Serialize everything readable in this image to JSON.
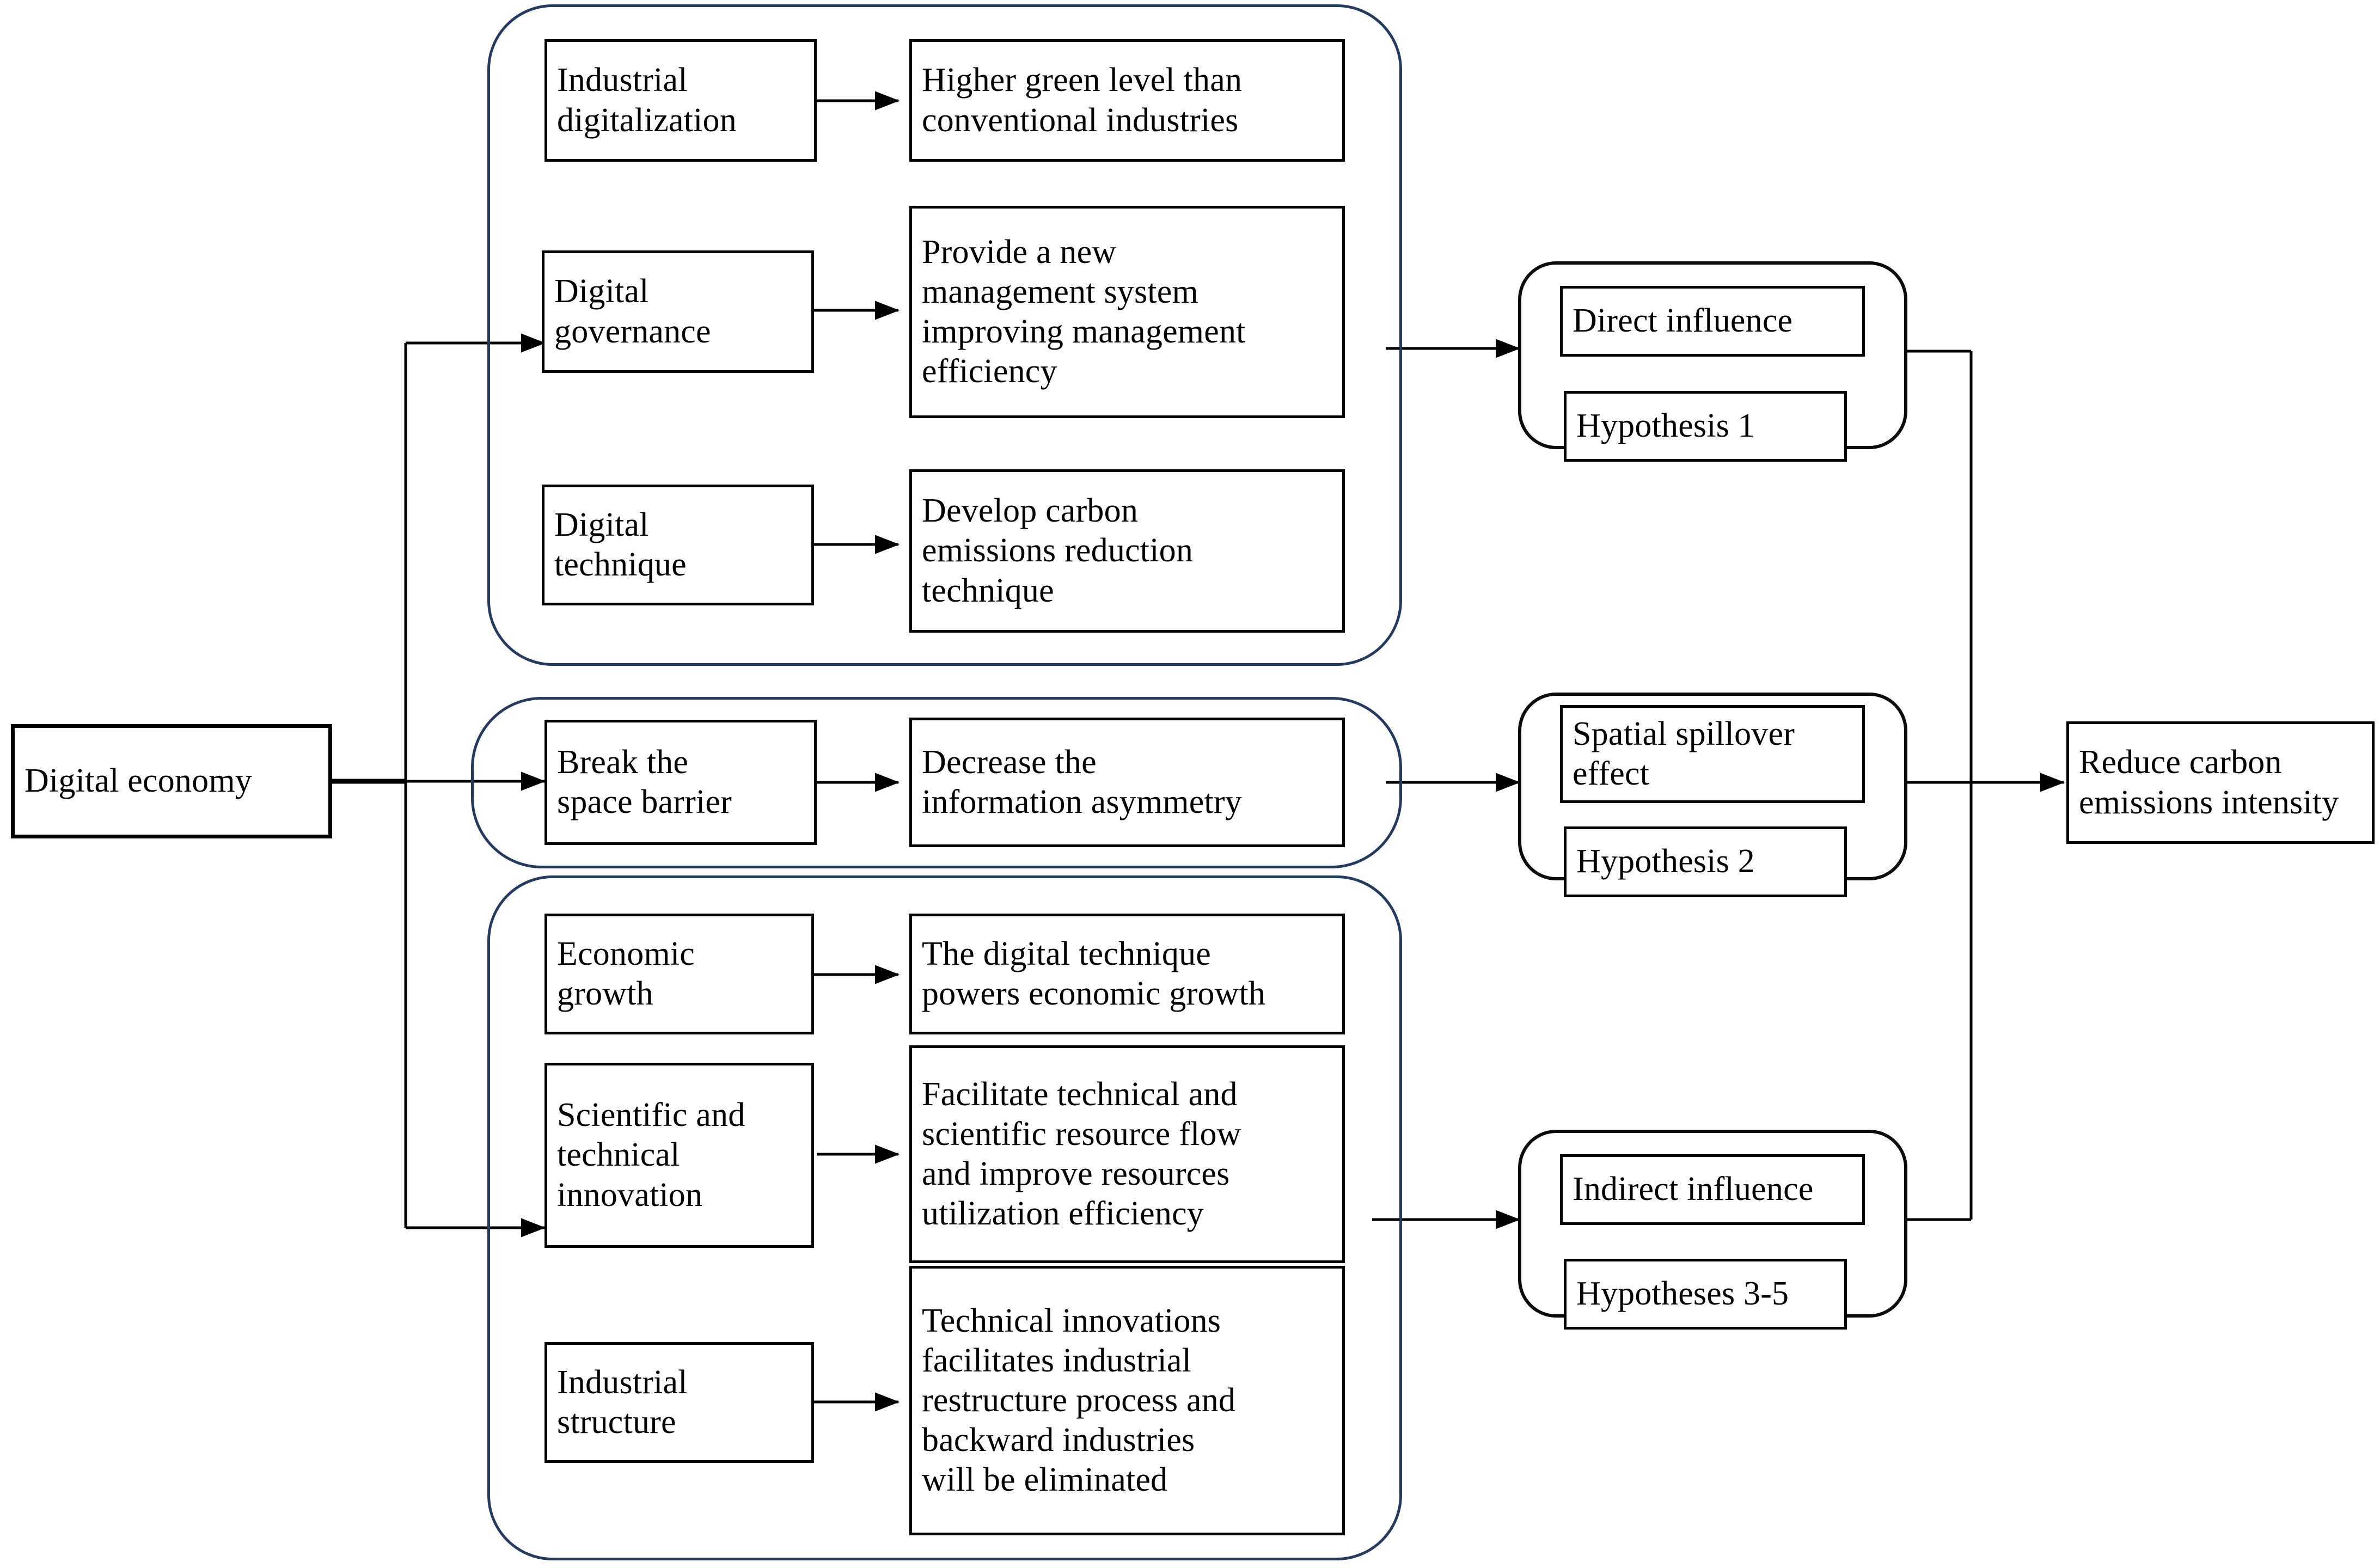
{
  "colors": {
    "group_border": "#243a5e",
    "node_border": "#000000",
    "hyp_group_border": "#0a0a0a",
    "connector": "#000000",
    "background": "#ffffff"
  },
  "source": {
    "label": "Digital economy"
  },
  "outcome": {
    "label": "Reduce carbon\nemissions intensity"
  },
  "groups": [
    {
      "name": "direct-channel-group",
      "rows": [
        {
          "driver": "Industrial\ndigitalization",
          "effect": "Higher green level than\nconventional industries"
        },
        {
          "driver": "Digital\ngovernance",
          "effect": "Provide a new\nmanagement system\nimproving management\nefficiency"
        },
        {
          "driver": "Digital\ntechnique",
          "effect": "Develop carbon\nemissions reduction\ntechnique"
        }
      ]
    },
    {
      "name": "spatial-channel-group",
      "rows": [
        {
          "driver": "Break the\nspace barrier",
          "effect": "Decrease the\ninformation asymmetry"
        }
      ]
    },
    {
      "name": "indirect-channel-group",
      "rows": [
        {
          "driver": "Economic\ngrowth",
          "effect": "The digital technique\npowers economic growth"
        },
        {
          "driver": "Scientific and\ntechnical\ninnovation",
          "effect": "Facilitate technical and\nscientific resource flow\nand improve resources\nutilization efficiency"
        },
        {
          "driver": "Industrial\nstructure",
          "effect": "Technical innovations\nfacilitates industrial\nrestructure process and\nbackward industries\nwill be eliminated"
        }
      ]
    }
  ],
  "hypothesis_groups": [
    {
      "name": "direct-influence",
      "influence": "Direct influence",
      "hypothesis": "Hypothesis 1"
    },
    {
      "name": "spatial-spillover",
      "influence": "Spatial spillover\neffect",
      "hypothesis": "Hypothesis 2"
    },
    {
      "name": "indirect-influence",
      "influence": "Indirect influence",
      "hypothesis": "Hypotheses 3-5"
    }
  ]
}
